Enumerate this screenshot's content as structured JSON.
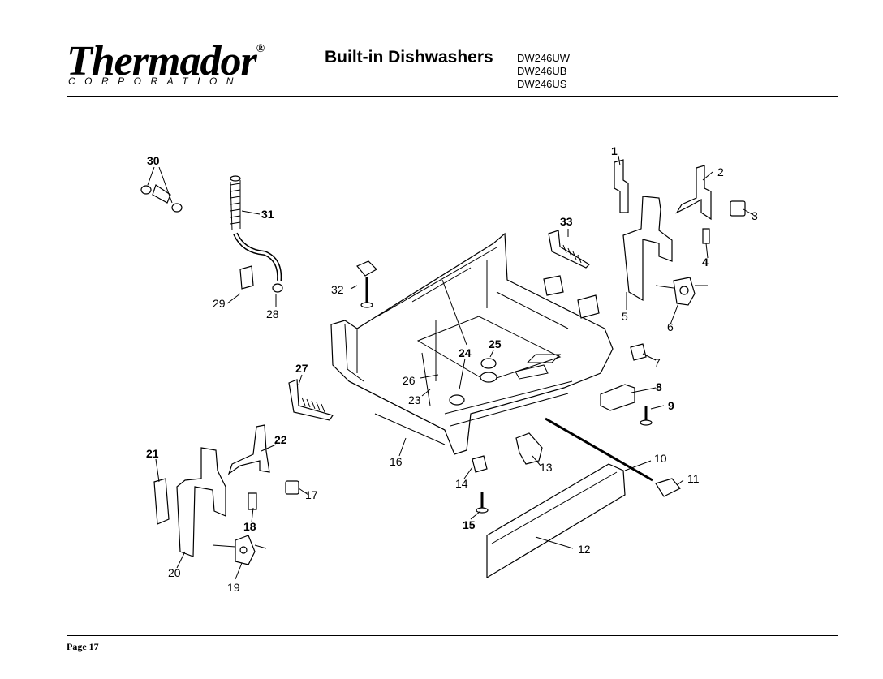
{
  "header": {
    "brand": "Thermador",
    "brand_mark": "®",
    "corporation": "CORPORATION",
    "title": "Built-in Dishwashers",
    "models": [
      "DW246UW",
      "DW246UB",
      "DW246US"
    ]
  },
  "callouts": [
    "1",
    "2",
    "3",
    "4",
    "5",
    "6",
    "7",
    "8",
    "9",
    "10",
    "11",
    "12",
    "13",
    "14",
    "15",
    "16",
    "17",
    "18",
    "19",
    "20",
    "21",
    "22",
    "23",
    "24",
    "25",
    "26",
    "27",
    "28",
    "29",
    "30",
    "31",
    "32",
    "33"
  ],
  "footer": {
    "page": "Page 17"
  }
}
